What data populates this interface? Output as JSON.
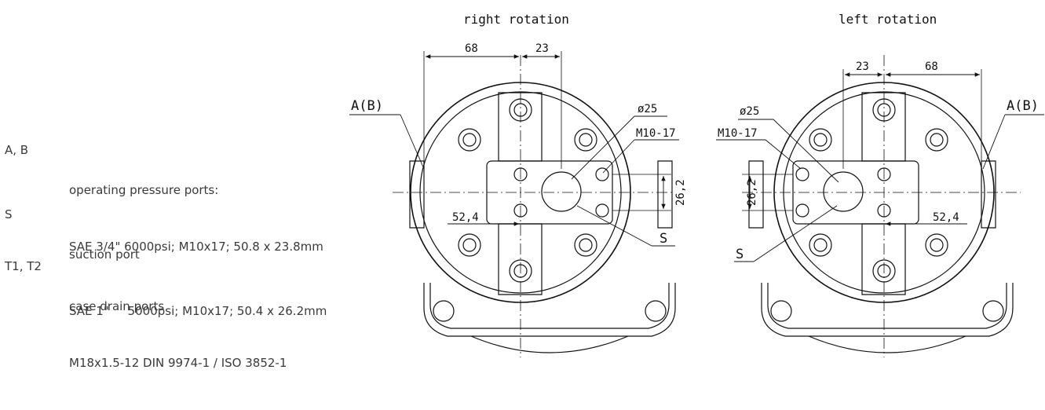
{
  "legend": {
    "items": [
      {
        "code": "A, B",
        "line1": "operating pressure ports:",
        "line2": "SAE 3/4\" 6000psi; M10x17; 50.8 x 23.8mm"
      },
      {
        "code": "S",
        "line1": "suction port",
        "line2": "SAE 1\"     5000psi; M10x17; 50.4 x 26.2mm"
      },
      {
        "code": "T1, T2",
        "line1": "case drain ports",
        "line2": "M18x1.5-12 DIN 9974-1 / ISO 3852-1"
      }
    ]
  },
  "drawings": {
    "right": {
      "title": "right rotation",
      "dim_68": "68",
      "dim_23": "23",
      "port_label": "A(B)",
      "dia_label": "ø25",
      "thread_label": "M10-17",
      "dim_26_2": "26,2",
      "dim_52_4": "52,4",
      "suction_label": "S"
    },
    "left": {
      "title": "left rotation",
      "dim_23": "23",
      "dim_68": "68",
      "port_label": "A(B)",
      "dia_label": "ø25",
      "thread_label": "M10-17",
      "dim_26_2": "26,2",
      "dim_52_4": "52,4",
      "suction_label": "S"
    }
  },
  "colors": {
    "line": "#111111",
    "text": "#3a3a3a",
    "background": "#ffffff"
  }
}
